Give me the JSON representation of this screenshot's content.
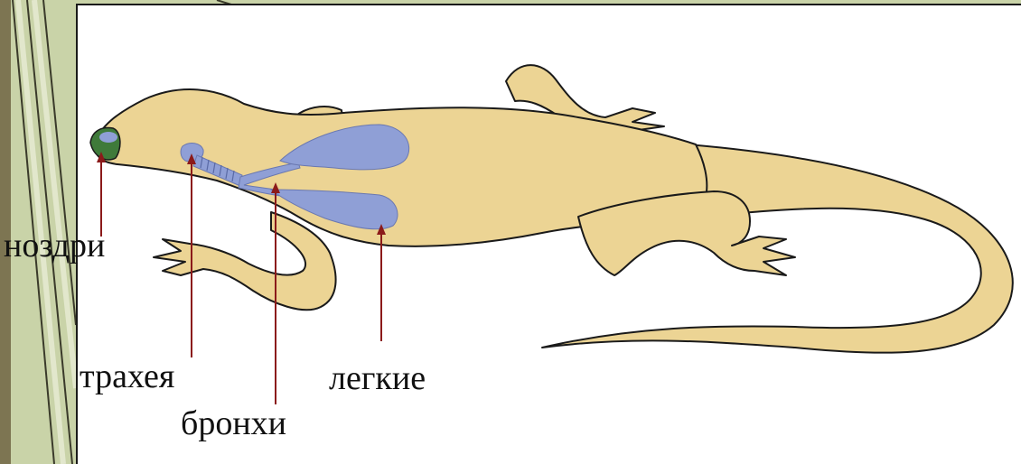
{
  "labels": {
    "nostrils": "ноздри",
    "trachea": "трахея",
    "bronchi": "бронхи",
    "lungs": "легкие"
  },
  "colors": {
    "slide_background": "#c9d3a8",
    "body_fill": "#ecd494",
    "lung_fill": "#8f9fd6",
    "arrow": "#8b1a1a",
    "nostril_fill": "#3f7a3a"
  }
}
